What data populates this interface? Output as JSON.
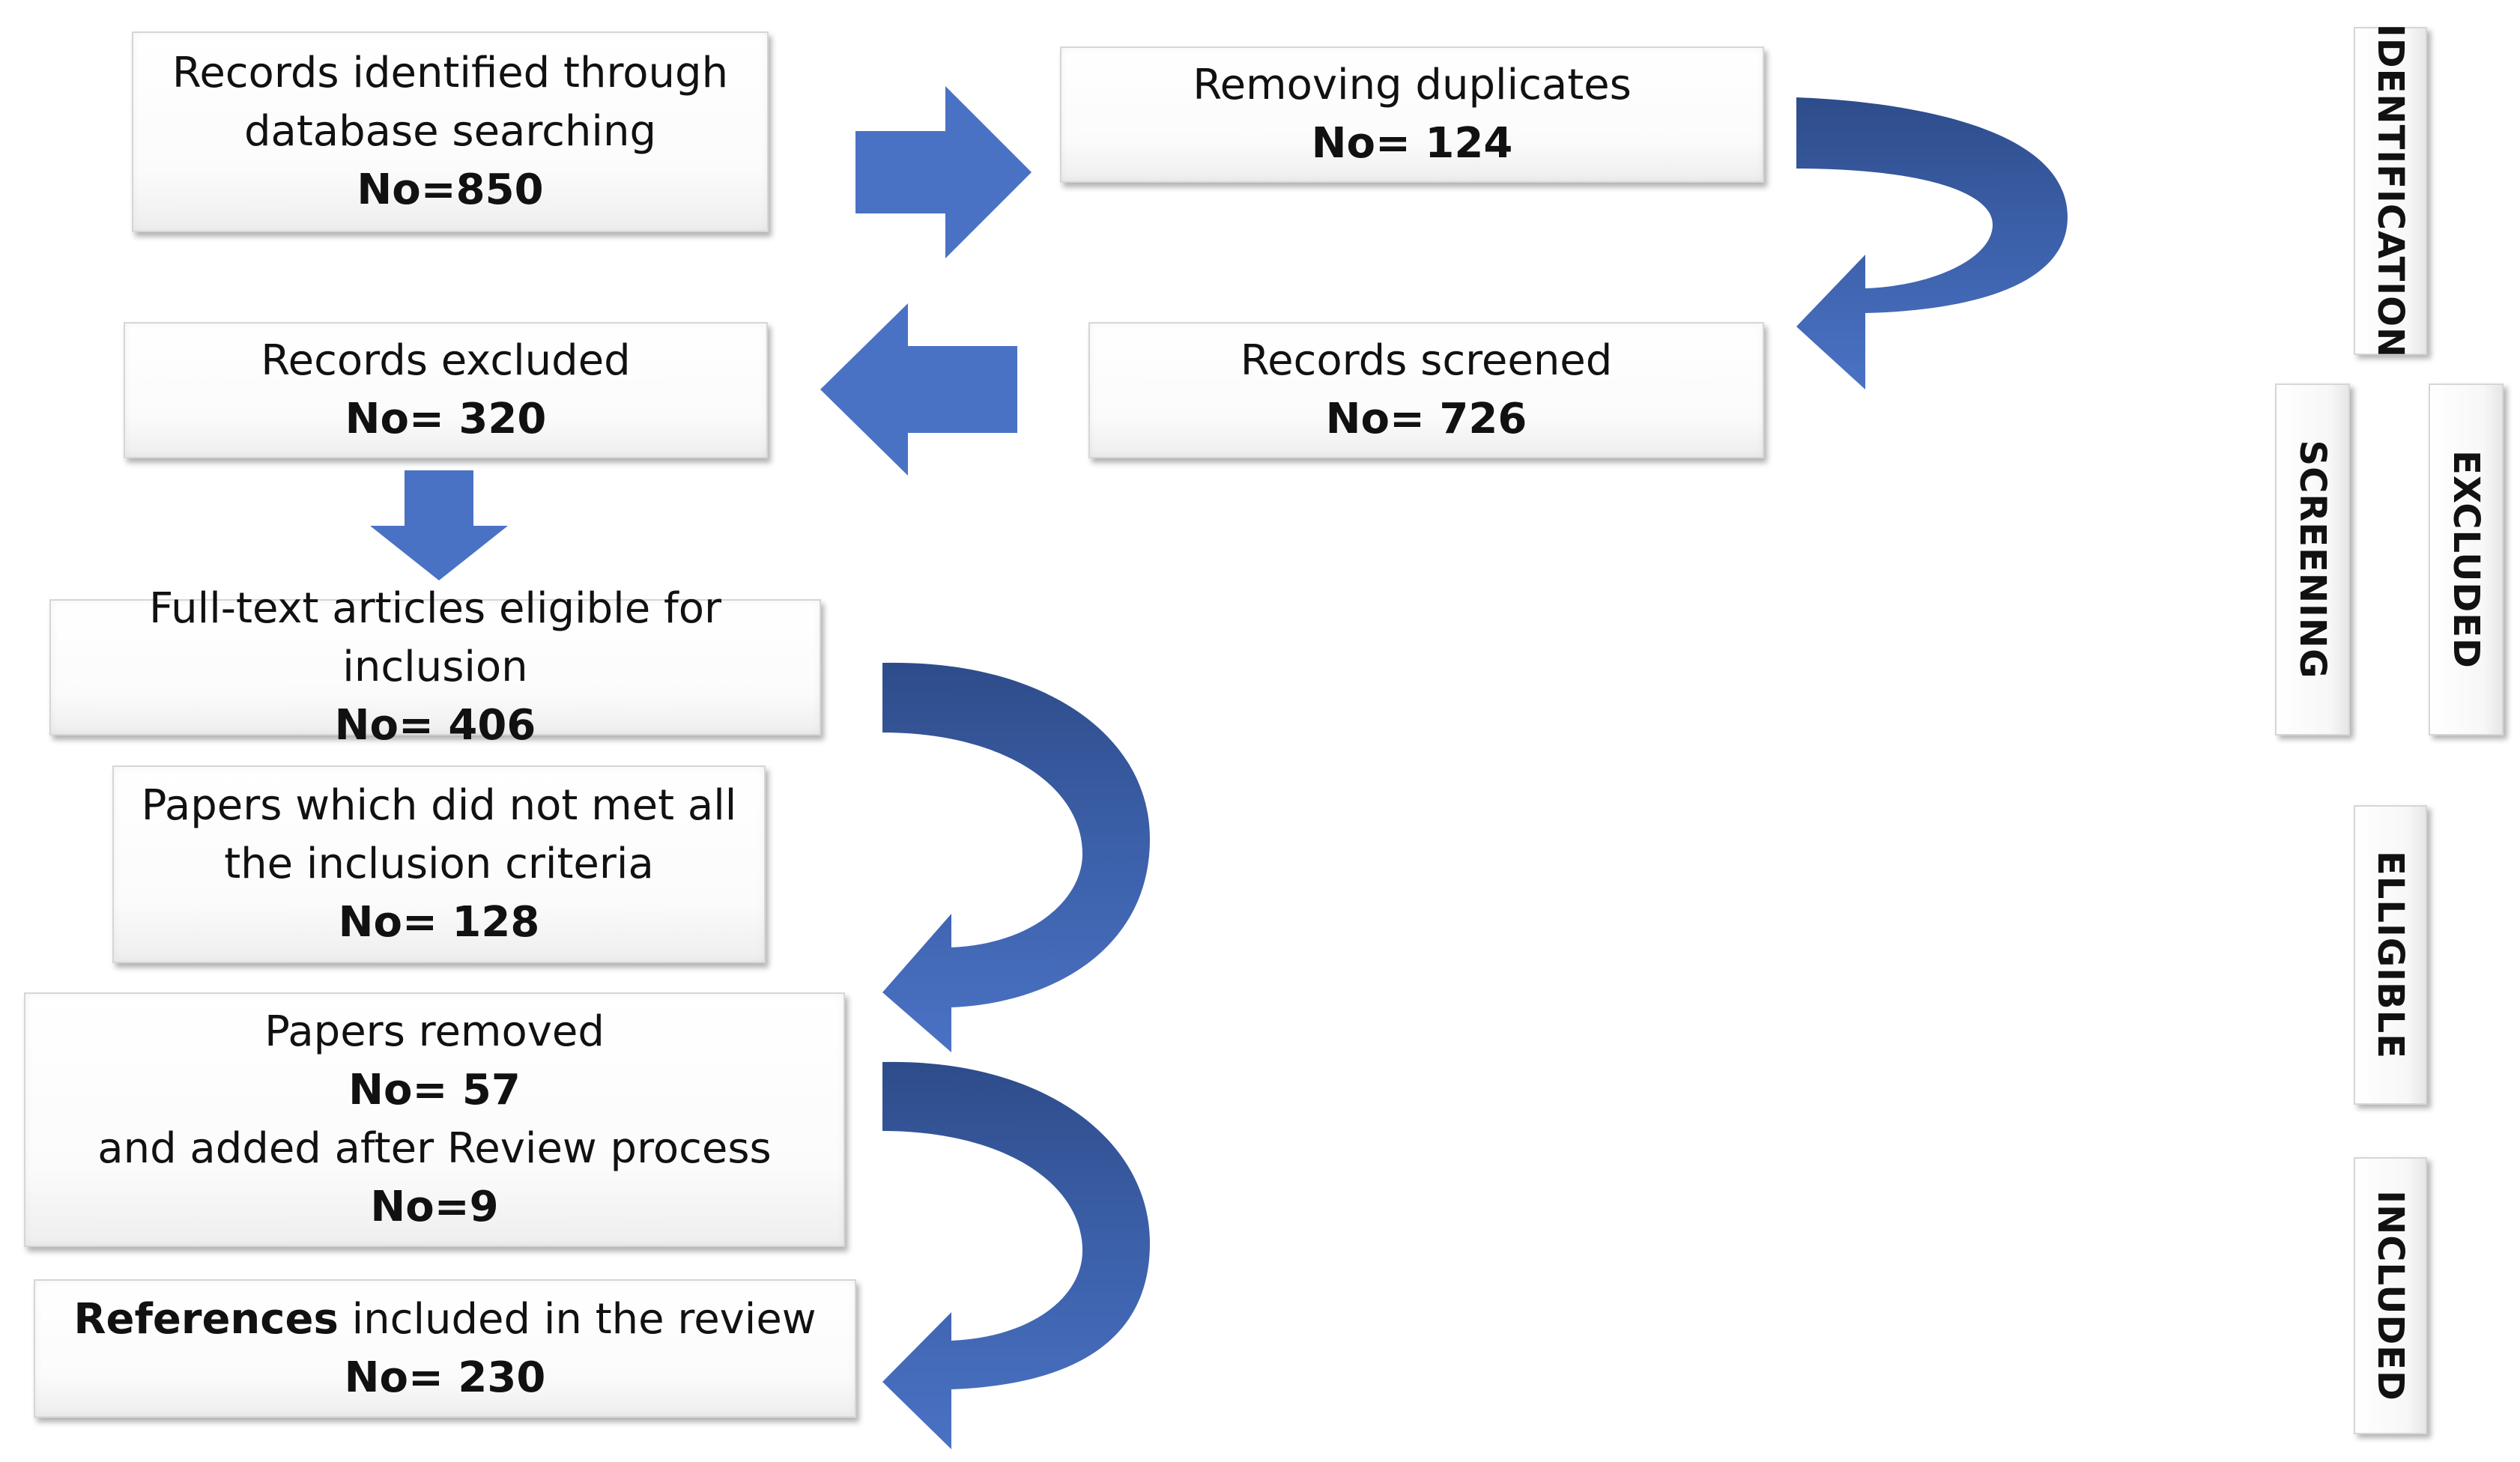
{
  "boxes": {
    "identified": {
      "line1": "Records identified through",
      "line2": "database searching",
      "count": "No=850"
    },
    "duplicates": {
      "line1": "Removing duplicates",
      "count": "No= 124"
    },
    "excluded": {
      "line1": "Records excluded",
      "count": "No= 320"
    },
    "screened": {
      "line1": "Records screened",
      "count": "No= 726"
    },
    "eligible": {
      "line1": "Full-text articles eligible for inclusion",
      "count": "No= 406"
    },
    "not_met": {
      "line1": "Papers which did not met all",
      "line2": "the inclusion criteria",
      "count": "No= 128"
    },
    "removed": {
      "line1": "Papers removed",
      "count1": "No= 57",
      "line2": "and added after Review process",
      "count2": "No=9"
    },
    "included": {
      "bold": "References",
      "rest": " included in the review",
      "count": "No= 230"
    }
  },
  "stages": {
    "identification": "IDENTIFICATION",
    "screening": "SCREENING",
    "excluded": "EXCLUDED",
    "eligible": "ELLIGIBLE",
    "included": "INCLUDED"
  },
  "colors": {
    "arrow": "#4a72c4",
    "arrow_dark": "#2f4f8f"
  }
}
